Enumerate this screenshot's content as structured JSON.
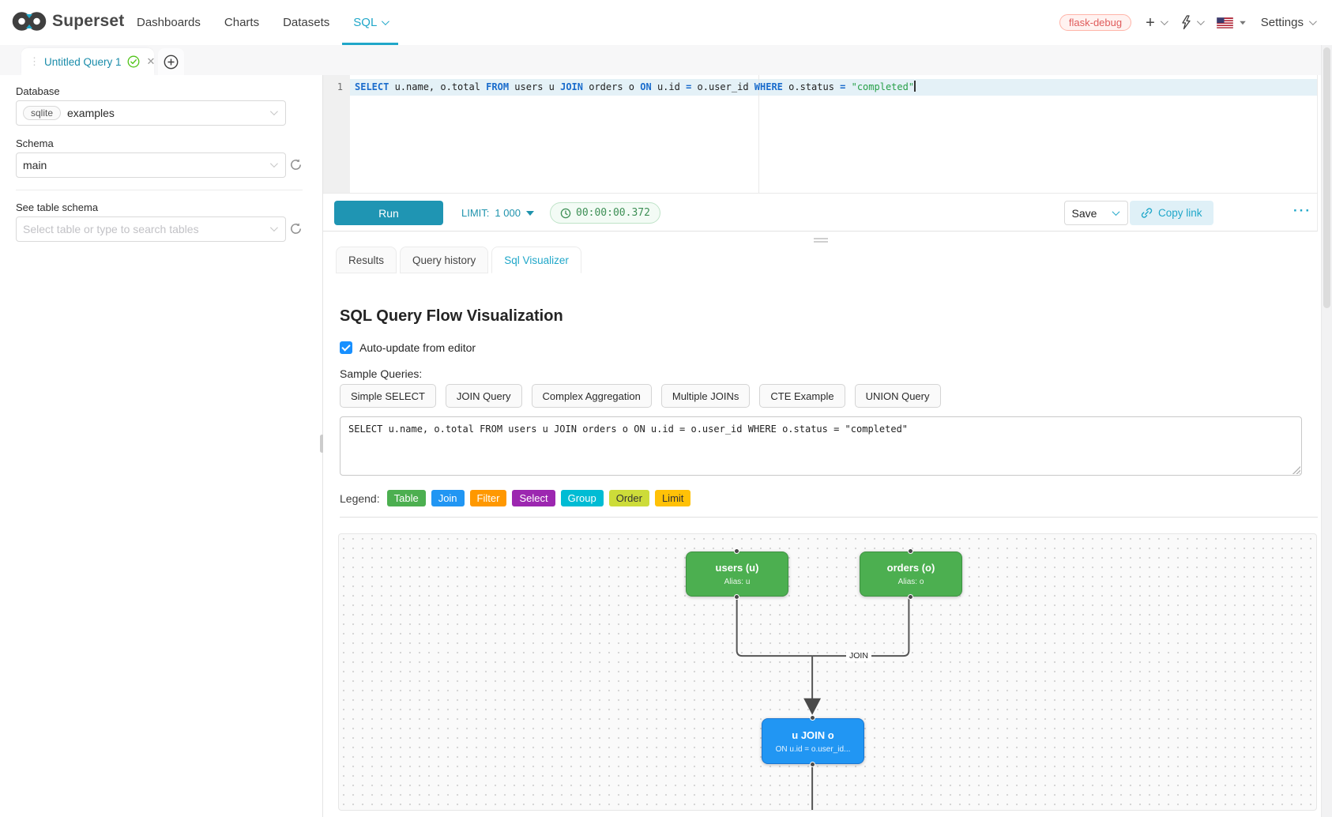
{
  "navbar": {
    "brand": "Superset",
    "items": [
      {
        "label": "Dashboards"
      },
      {
        "label": "Charts"
      },
      {
        "label": "Datasets"
      },
      {
        "label": "SQL"
      }
    ],
    "env_tag": "flask-debug",
    "settings_label": "Settings"
  },
  "query_tab": {
    "title": "Untitled Query 1"
  },
  "sidebar": {
    "database_label": "Database",
    "database_engine": "sqlite",
    "database_name": "examples",
    "schema_label": "Schema",
    "schema_value": "main",
    "table_label": "See table schema",
    "table_placeholder": "Select table or type to search tables"
  },
  "editor": {
    "line_number": "1",
    "tokens": [
      {
        "t": "SELECT "
      },
      {
        "t": "u.name, o.total "
      },
      {
        "t": "FROM "
      },
      {
        "t": "users u "
      },
      {
        "t": "JOIN "
      },
      {
        "t": "orders o "
      },
      {
        "t": "ON "
      },
      {
        "t": "u.id "
      },
      {
        "t": "= "
      },
      {
        "t": "o.user_id "
      },
      {
        "t": "WHERE "
      },
      {
        "t": "o.status "
      },
      {
        "t": "= "
      },
      {
        "t": "\"completed\""
      }
    ]
  },
  "toolbar": {
    "run_label": "Run",
    "limit_label": "LIMIT:",
    "limit_value": "1 000",
    "timer": "00:00:00.372",
    "save_label": "Save",
    "copy_link_label": "Copy link",
    "more_label": "···"
  },
  "south_tabs": [
    {
      "label": "Results"
    },
    {
      "label": "Query history"
    },
    {
      "label": "Sql Visualizer"
    }
  ],
  "visualizer": {
    "title": "SQL Query Flow Visualization",
    "auto_update_label": "Auto-update from editor",
    "auto_update_checked": true,
    "sample_queries_label": "Sample Queries:",
    "sample_buttons": [
      "Simple SELECT",
      "JOIN Query",
      "Complex Aggregation",
      "Multiple JOINs",
      "CTE Example",
      "UNION Query"
    ],
    "query_text": "SELECT u.name, o.total FROM users u JOIN orders o ON u.id = o.user_id WHERE o.status = \"completed\"",
    "legend_label": "Legend:",
    "legend": [
      {
        "label": "Table",
        "color": "#4CAF50",
        "text": "#ffffff"
      },
      {
        "label": "Join",
        "color": "#2196F3",
        "text": "#ffffff"
      },
      {
        "label": "Filter",
        "color": "#FF9800",
        "text": "#ffffff"
      },
      {
        "label": "Select",
        "color": "#9C27B0",
        "text": "#ffffff"
      },
      {
        "label": "Group",
        "color": "#00BCD4",
        "text": "#ffffff"
      },
      {
        "label": "Order",
        "color": "#CDDC39",
        "text": "#333333"
      },
      {
        "label": "Limit",
        "color": "#FFC107",
        "text": "#333333"
      }
    ],
    "flow": {
      "nodes": [
        {
          "title": "users (u)",
          "subtitle": "Alias: u"
        },
        {
          "title": "orders (o)",
          "subtitle": "Alias: o"
        },
        {
          "title": "u JOIN o",
          "subtitle": "ON u.id = o.user_id..."
        }
      ],
      "edge_label": "JOIN",
      "edge_color": "#555555",
      "table_color": "#4CAF50",
      "join_color": "#2196F3"
    }
  }
}
